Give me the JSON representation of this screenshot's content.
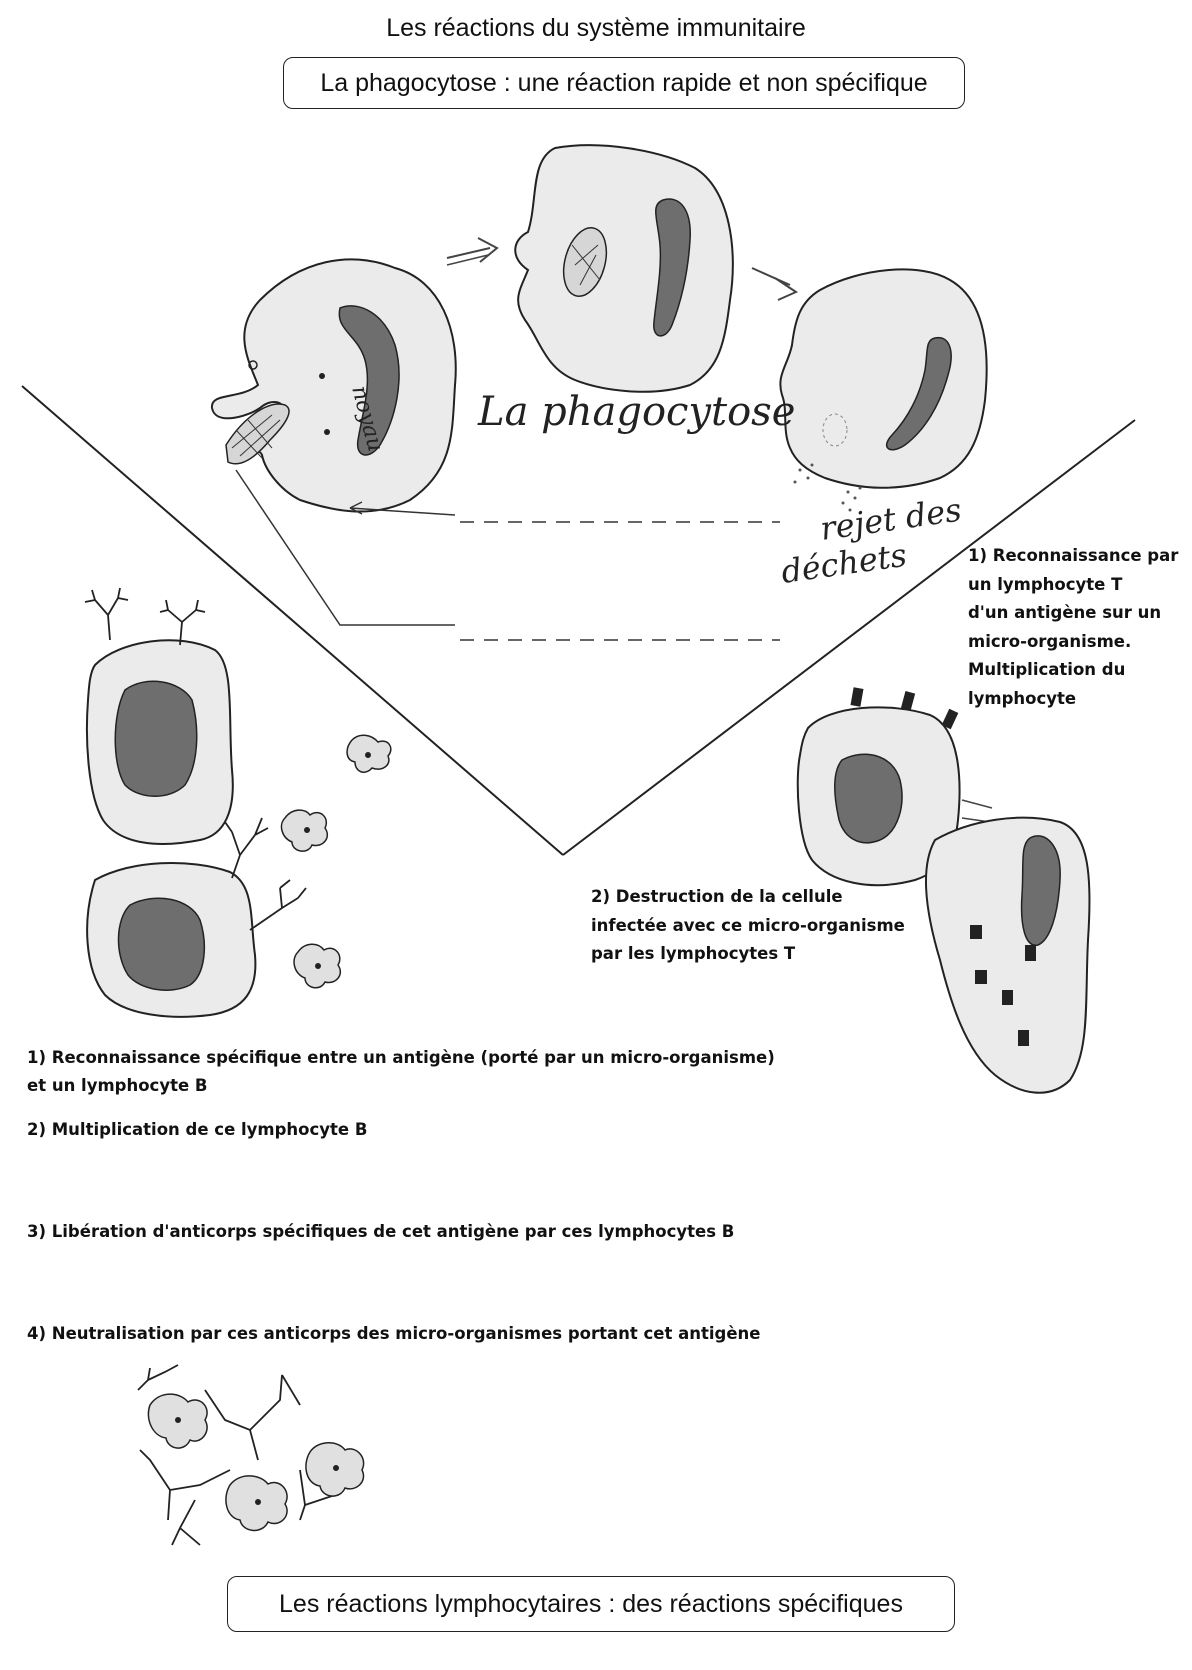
{
  "header": {
    "title": "Les réactions du système immunitaire",
    "phagocytosis_box": "La phagocytose : une réaction rapide et non spécifique"
  },
  "labels": {
    "phagocytosis_handwritten": "La phagocytose",
    "waste_handwritten_line1": "rejet des",
    "waste_handwritten_line2": "déchets",
    "nucleus_handwritten": "noyau"
  },
  "t_cell": {
    "step1": "1) Reconnaissance par\nun lymphocyte T\nd'un antigène sur un\nmicro-organisme.\nMultiplication du\nlymphocyte",
    "step2": "2) Destruction de la cellule\ninfectée avec ce micro-organisme\npar les lymphocytes T"
  },
  "b_cell": {
    "step1": "1) Reconnaissance spécifique entre un antigène (porté par un micro-organisme)\n   et un  lymphocyte B",
    "step2": "2) Multiplication de ce lymphocyte B",
    "step3": "3) Libération d'anticorps spécifiques de cet antigène par    ces lymphocytes B",
    "step4": "4) Neutralisation par ces anticorps des micro-organismes portant cet antigène"
  },
  "footer": {
    "lymphocyte_box": "Les réactions lymphocytaires : des réactions  spécifiques"
  },
  "colors": {
    "cell_fill": "#ebebeb",
    "nucleus_fill": "#6e6e6e",
    "outline": "#222222"
  }
}
